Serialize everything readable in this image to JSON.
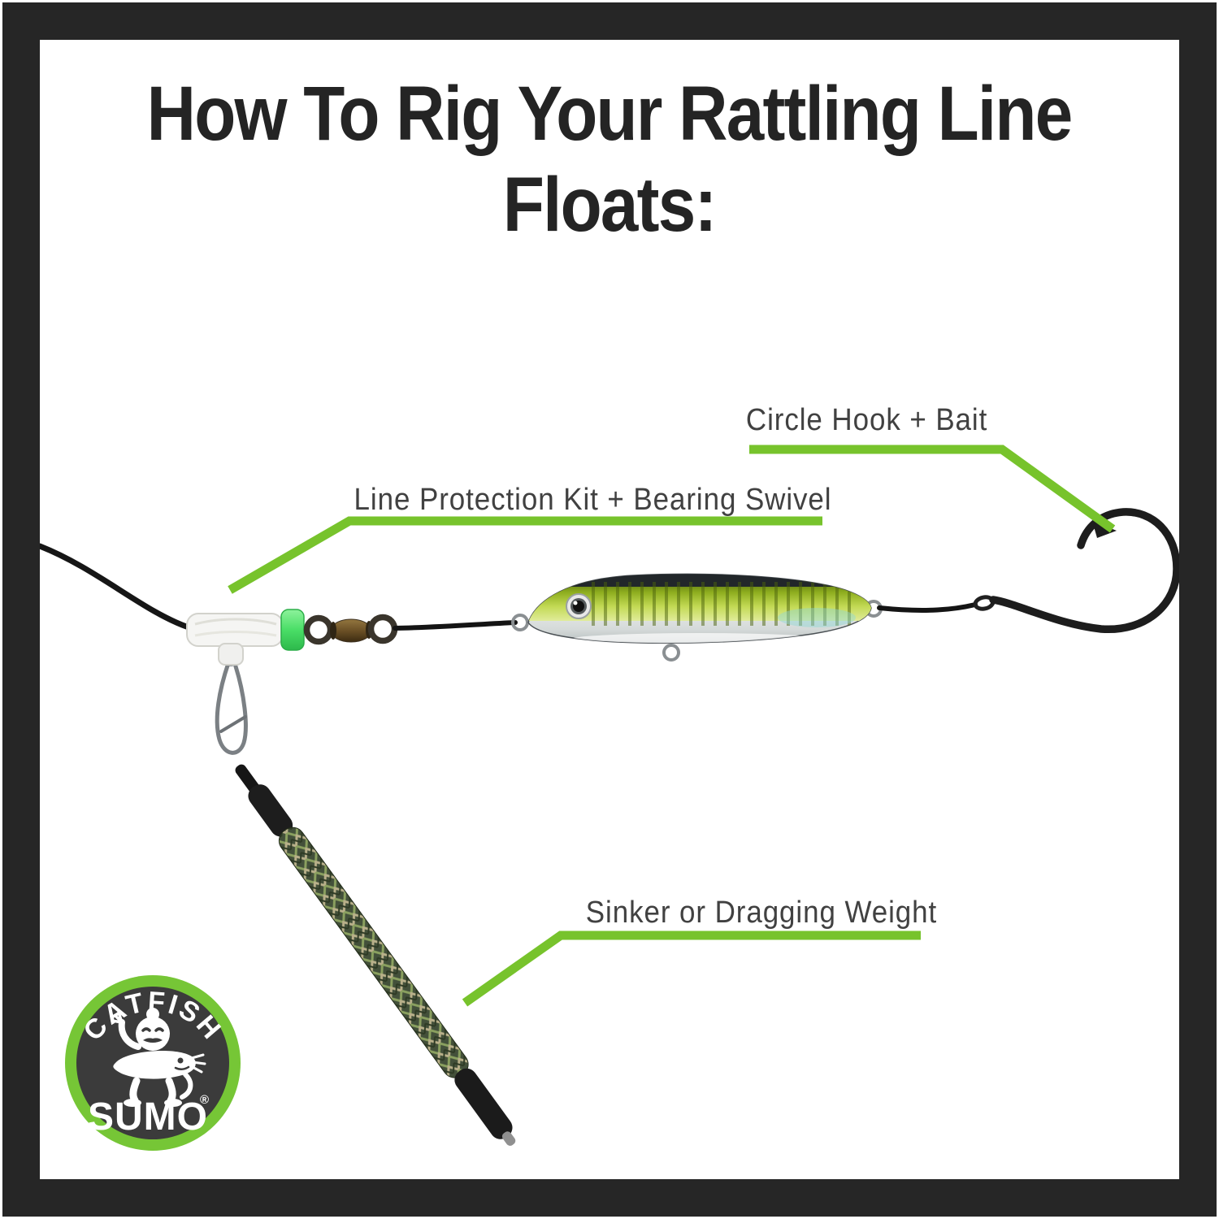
{
  "theme": {
    "accent_green": "#77c32c",
    "frame_color": "#262626",
    "title_color": "#242424",
    "label_color": "#414141",
    "bead_green": "#4ade67",
    "lure_green": "#a8c437",
    "logo_ring_green": "#76c636"
  },
  "title": {
    "line1": "How To Rig Your Rattling Line",
    "line2": "Floats:"
  },
  "labels": {
    "circle_hook": "Circle Hook + Bait",
    "line_protection": "Line Protection Kit + Bearing Swivel",
    "sinker": "Sinker or Dragging Weight"
  },
  "logo": {
    "icon": "catfish-sumo-badge",
    "arc_text": "CATFISH",
    "bottom_text": "SUMO",
    "registered_mark": "®"
  }
}
